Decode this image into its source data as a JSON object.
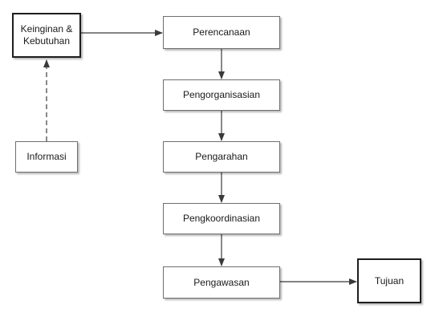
{
  "diagram": {
    "nodes": {
      "keinginan": {
        "label": "Keinginan &\nKebutuhan"
      },
      "informasi": {
        "label": "Informasi"
      },
      "perencanaan": {
        "label": "Perencanaan"
      },
      "pengorganisasian": {
        "label": "Pengorganisasian"
      },
      "pengarahan": {
        "label": "Pengarahan"
      },
      "pengkoordinasian": {
        "label": "Pengkoordinasian"
      },
      "pengawasan": {
        "label": "Pengawasan"
      },
      "tujuan": {
        "label": "Tujuan"
      }
    },
    "edges": [
      {
        "from": "informasi",
        "to": "keinginan",
        "style": "dashed"
      },
      {
        "from": "keinginan",
        "to": "perencanaan",
        "style": "solid"
      },
      {
        "from": "perencanaan",
        "to": "pengorganisasian",
        "style": "solid"
      },
      {
        "from": "pengorganisasian",
        "to": "pengarahan",
        "style": "solid"
      },
      {
        "from": "pengarahan",
        "to": "pengkoordinasian",
        "style": "solid"
      },
      {
        "from": "pengkoordinasian",
        "to": "pengawasan",
        "style": "solid"
      },
      {
        "from": "pengawasan",
        "to": "tujuan",
        "style": "solid"
      }
    ],
    "colors": {
      "line": "#3a3a3a",
      "box_border": "#6f6f6f",
      "emphasis_border": "#1e1e1e"
    }
  }
}
